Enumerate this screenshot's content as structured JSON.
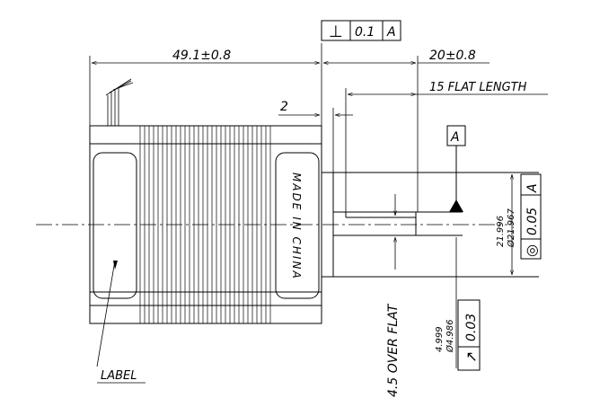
{
  "dimensions": {
    "body_length": "49.1±0.8",
    "shaft_length": "20±0.8",
    "flat_length": "15 FLAT LENGTH",
    "boss_height": "2",
    "over_flat": "4.5 OVER FLAT"
  },
  "tolerances": {
    "perpendicularity": {
      "symbol": "⊥",
      "value": "0.1",
      "datum": "A"
    },
    "concentricity": {
      "symbol": "◎",
      "value": "0.05",
      "datum": "A"
    },
    "runout": {
      "symbol": "↗",
      "value": "0.03"
    }
  },
  "datum": {
    "label": "A"
  },
  "diameters": {
    "boss_max": "21.996",
    "boss_min": "Ø21.967",
    "shaft_max": "4.999",
    "shaft_min": "Ø4.986"
  },
  "label_text": "MADE IN CHINA",
  "callouts": {
    "label": "LABEL"
  }
}
